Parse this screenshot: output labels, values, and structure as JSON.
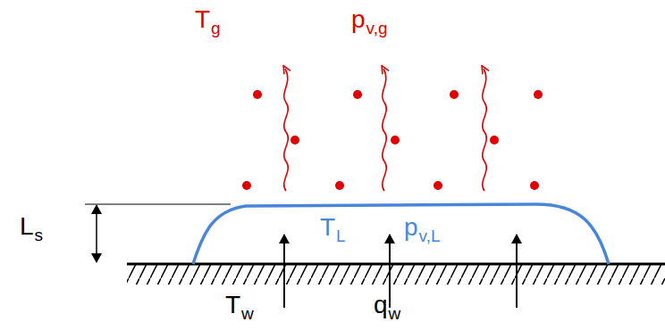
{
  "diagram": {
    "nodes": [
      {
        "text": [
          "T",
          "L",
          "p",
          "v,L"
        ]
      }
    ],
    "labels": [
      "T",
      "g",
      "p",
      "v,g",
      "L",
      "s",
      "T",
      "w",
      "q",
      "w"
    ]
  }
}
